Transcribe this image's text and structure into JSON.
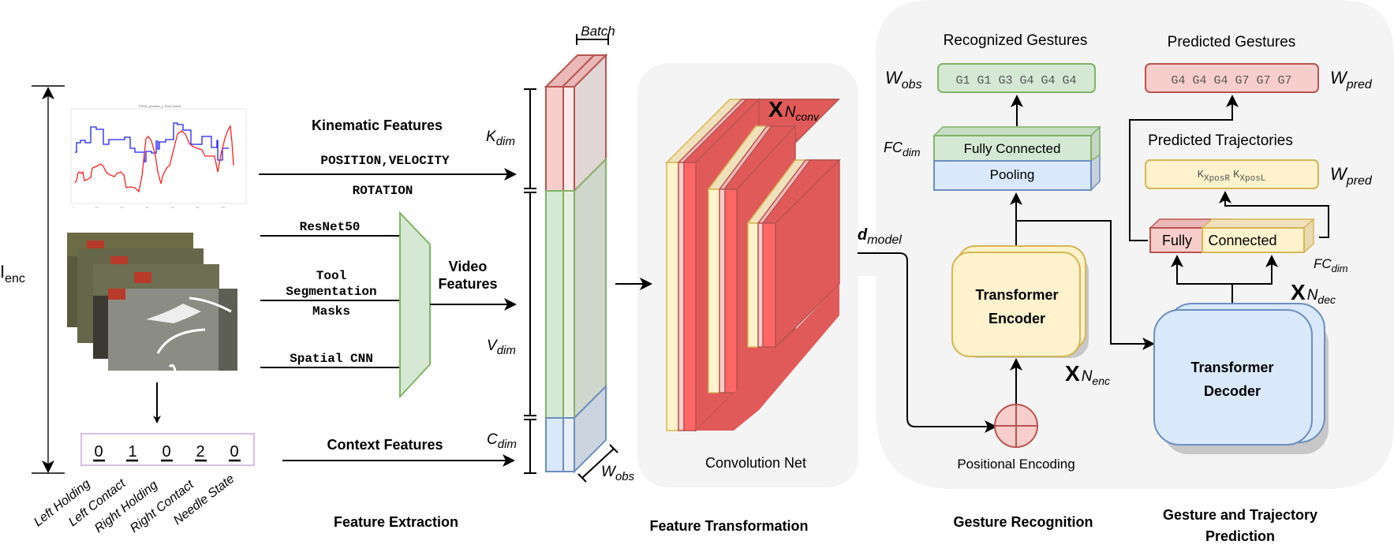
{
  "colors": {
    "panel_bg": "#f4f4f4",
    "red_fill": "#f8cecc",
    "red_stroke": "#b85450",
    "red_dark": "#e05a5a",
    "green_fill": "#d5e8d4",
    "green_stroke": "#82b366",
    "blue_fill": "#dae8fc",
    "blue_stroke": "#6c8ebf",
    "yellow_fill": "#fff2cc",
    "yellow_stroke": "#d6b656",
    "context_border": "#c8a8d8"
  },
  "left": {
    "i_enc_label": "I",
    "i_enc_sub": "enc",
    "plot_title": "PSML_position_y Time Series",
    "context_values": [
      "0",
      "1",
      "0",
      "2",
      "0"
    ],
    "context_labels": [
      "Left Holding",
      "Left Contact",
      "Right Holding",
      "Right Contact",
      "Needle State"
    ]
  },
  "feature_extraction": {
    "kinematic_title": "Kinematic Features",
    "kinematic_line1": "POSITION,VELOCITY",
    "kinematic_line2": "ROTATION",
    "video_inputs": [
      "ResNet50",
      "Tool",
      "Segmentation",
      "Masks",
      "Spatial CNN"
    ],
    "video_title_1": "Video",
    "video_title_2": "Features",
    "context_title": "Context Features",
    "section_label": "Feature Extraction"
  },
  "stack": {
    "batch_label": "Batch",
    "k_dim": "K",
    "k_sub": "dim",
    "v_dim": "V",
    "v_sub": "dim",
    "c_dim": "C",
    "c_sub": "dim",
    "w_obs": "W",
    "w_obs_sub": "obs"
  },
  "feature_transformation": {
    "repeat_x": "X",
    "repeat_sub": "N",
    "repeat_subsub": "conv",
    "panel_label": "Convolution Net",
    "section_label": "Feature Transformation"
  },
  "recognition": {
    "d_model": "d",
    "d_model_sub": "model",
    "title": "Recognized Gestures",
    "w_obs": "W",
    "w_obs_sub": "obs",
    "gestures": "G1 G1 G3 G4 G4 G4",
    "fc_dim": "FC",
    "fc_dim_sub": "dim",
    "fully_connected": "Fully Connected",
    "pooling": "Pooling",
    "encoder_line1": "Transformer",
    "encoder_line2": "Encoder",
    "n_enc_x": "X",
    "n_enc": "N",
    "n_enc_sub": "enc",
    "positional_encoding": "Positional Encoding",
    "section_label": "Gesture Recognition"
  },
  "prediction": {
    "gestures_title": "Predicted Gestures",
    "gestures": "G4 G4 G4 G7 G7 G7",
    "w_pred": "W",
    "w_pred_sub": "pred",
    "traj_title": "Predicted Trajectories",
    "traj_k1": "K",
    "traj_k1_sub": "XposR",
    "traj_k2": "K",
    "traj_k2_sub": "XposL",
    "fc_left": "Fully",
    "fc_right": "Connected",
    "fc_dim": "FC",
    "fc_dim_sub": "dim",
    "n_dec_x": "X",
    "n_dec": "N",
    "n_dec_sub": "dec",
    "decoder_line1": "Transformer",
    "decoder_line2": "Decoder",
    "section_label_1": "Gesture and Trajectory",
    "section_label_2": "Prediction"
  }
}
